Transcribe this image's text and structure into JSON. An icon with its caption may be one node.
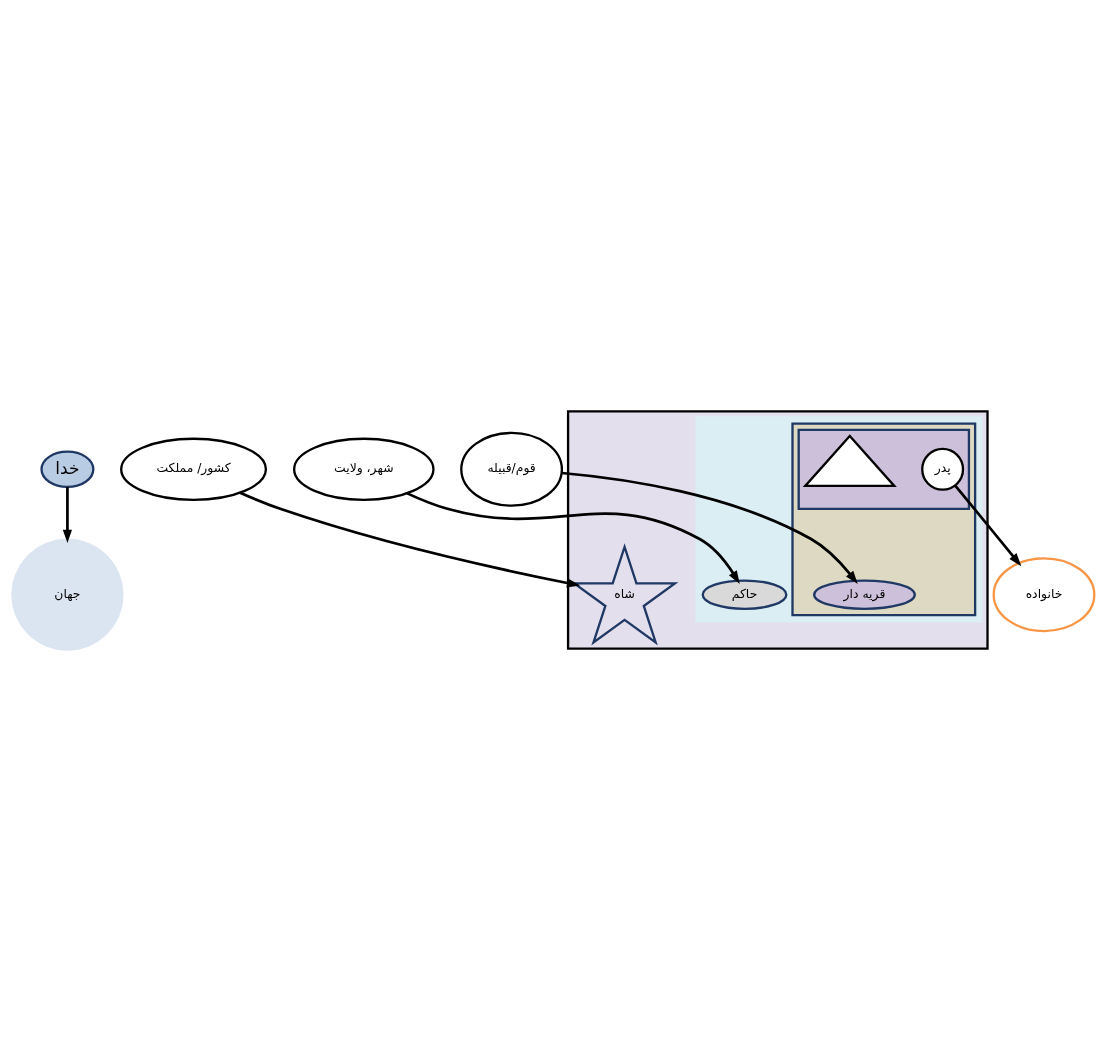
{
  "diagram": {
    "nodes": [
      {
        "text": [
          "خدا"
        ]
      },
      {
        "text": [
          "جهان"
        ]
      },
      {
        "text": [
          "کشور/ مملکت"
        ]
      },
      {
        "text": [],
        "shape": "triangle"
      },
      {
        "text": [
          "شاه"
        ],
        "in": 3
      },
      {
        "text": [
          "شهر، ولایت"
        ]
      },
      {
        "text": [],
        "shape": "triangle",
        "in": 3
      },
      {
        "text": [
          "حاکم"
        ],
        "in": 6
      },
      {
        "text": [
          "قوم/قبیله"
        ]
      },
      {
        "text": [],
        "shape": "triangle",
        "in": 6
      },
      {
        "text": [
          "قریه دار"
        ],
        "in": 9
      },
      {
        "text": [
          "خانواده"
        ]
      },
      {
        "text": [],
        "shape": "triangle",
        "in": 9
      },
      {
        "text": [
          "پدر"
        ],
        "in": 12
      },
      {
        "text": [],
        "shape": "triangle",
        "in": 12
      }
    ],
    "edges": [
      {
        "from": 0,
        "to": 1,
        "arrow": "to"
      },
      {
        "from": 2,
        "to": 4,
        "arrow": "to"
      },
      {
        "from": 5,
        "to": 7,
        "arrow": "to"
      },
      {
        "from": 8,
        "to": 10,
        "arrow": "to"
      },
      {
        "from": 13,
        "to": 11,
        "arrow": "to"
      }
    ]
  }
}
